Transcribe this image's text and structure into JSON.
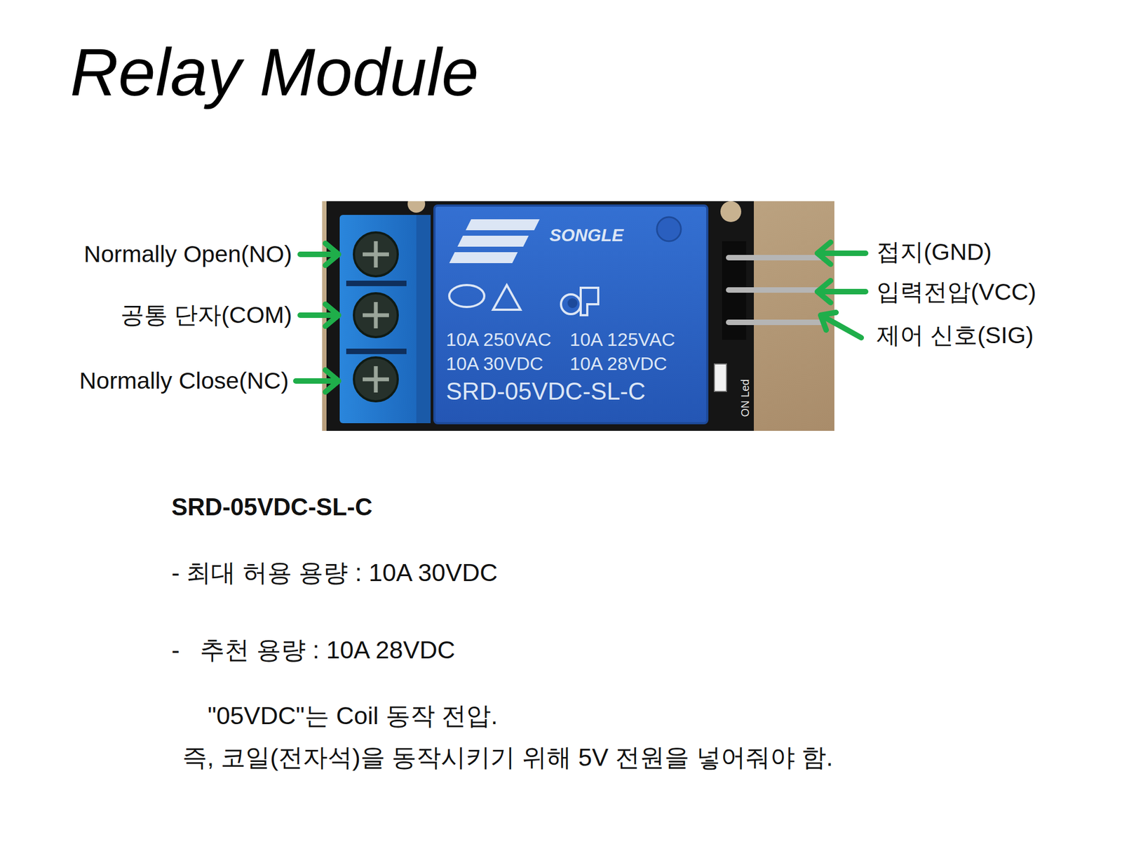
{
  "diagram": {
    "title": "Relay Module",
    "labels": [
      "Normally Open(NO)",
      "공통 단자(COM)",
      "Normally Close(NC)",
      "SONGLE",
      "10A 250VAC",
      "10A 125VAC",
      "10A 30VDC",
      "10A 28VDC",
      "SRD-05VDC-SL-C",
      "ON Led",
      "접지(GND)",
      "입력전압(VCC)",
      "제어 신호(SIG)",
      "SRD-05VDC-SL-C",
      "- 최대 허용 용량 : 10A 30VDC",
      "-   추천 용량 : 10A 28VDC",
      "\"05VDC\"는 Coil 동작 전압.",
      "즉, 코일(전자석)을 동작시키기 위해 5V 전원을 넣어줘야 함."
    ]
  }
}
